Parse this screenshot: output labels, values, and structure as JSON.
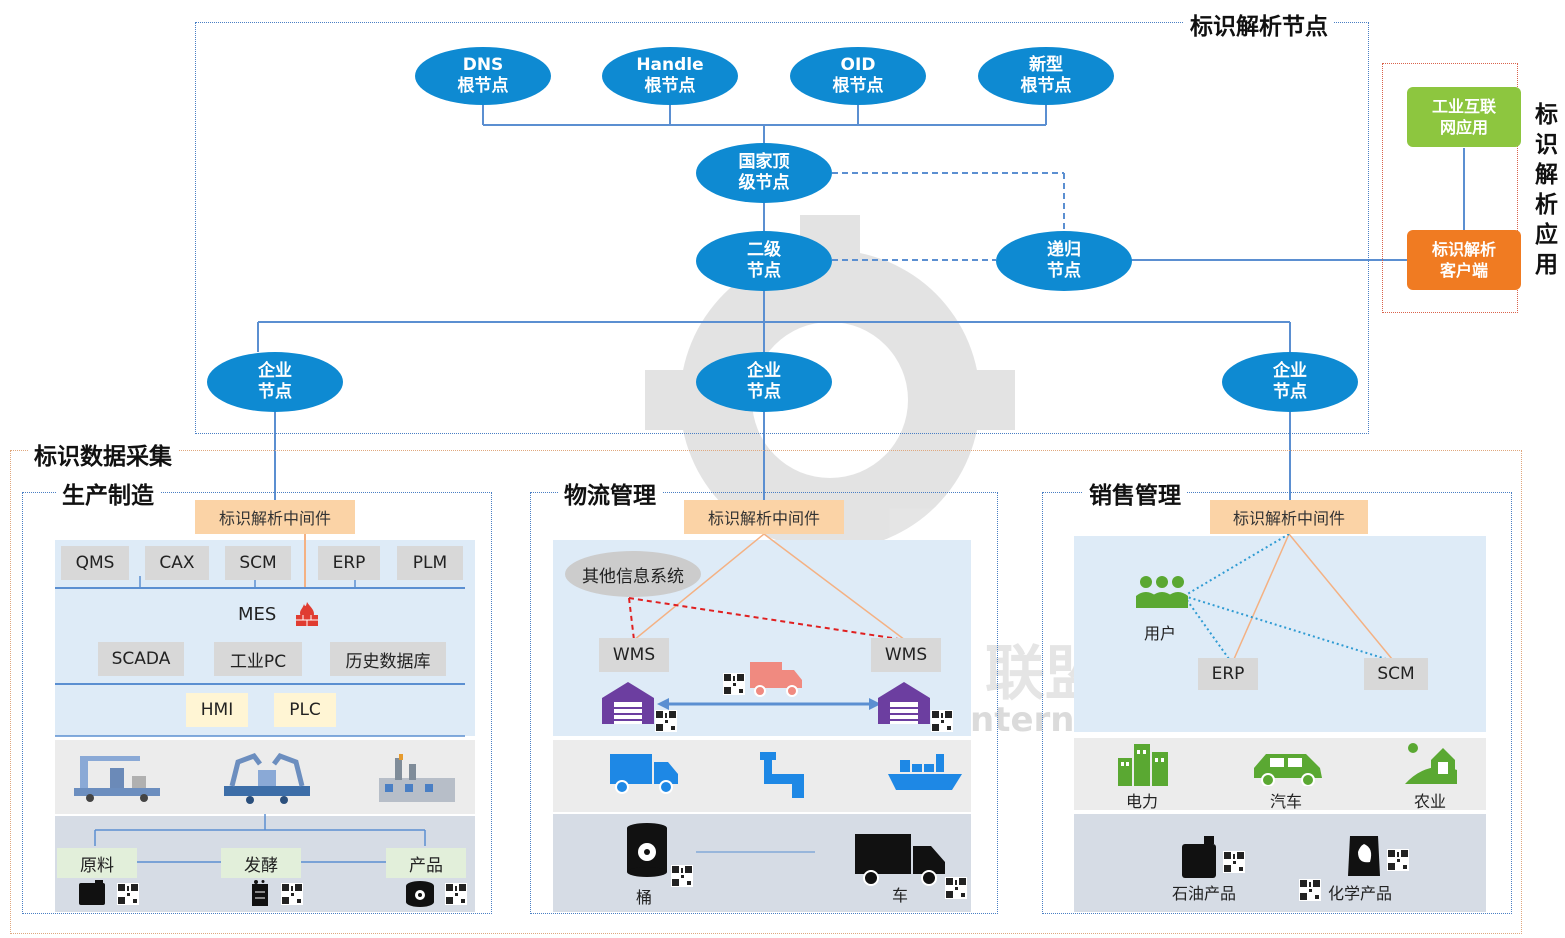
{
  "top_section": {
    "title": "标识解析节点",
    "root_nodes": [
      "DNS\n根节点",
      "Handle\n根节点",
      "OID\n根节点",
      "新型\n根节点"
    ],
    "national_node": "国家顶\n级节点",
    "secondary_node": "二级\n节点",
    "recursive_node": "递归\n节点",
    "enterprise_nodes": [
      "企业\n节点",
      "企业\n节点",
      "企业\n节点"
    ]
  },
  "app_section": {
    "title": "标识解析应用",
    "iiot_app": "工业互联\n网应用",
    "client": "标识解析\n客户端"
  },
  "collection_title": "标识数据采集",
  "watermark": {
    "text1": "联盟",
    "text2": "nternet"
  },
  "production": {
    "title": "生产制造",
    "middleware": "标识解析中间件",
    "systems_row1": [
      "QMS",
      "CAX",
      "SCM",
      "ERP",
      "PLM"
    ],
    "mes": "MES",
    "systems_row2": [
      "SCADA",
      "工业PC",
      "历史数据库"
    ],
    "systems_row3": [
      "HMI",
      "PLC"
    ],
    "materials": [
      "原料",
      "发酵",
      "产品"
    ]
  },
  "logistics": {
    "title": "物流管理",
    "middleware": "标识解析中间件",
    "other_systems": "其他信息系统",
    "wms_left": "WMS",
    "wms_right": "WMS",
    "barrel": "桶",
    "vehicle": "车"
  },
  "sales": {
    "title": "销售管理",
    "middleware": "标识解析中间件",
    "user": "用户",
    "erp": "ERP",
    "scm": "SCM",
    "sectors": [
      "电力",
      "汽车",
      "农业"
    ],
    "products": [
      "石油产品",
      "化学产品"
    ]
  },
  "colors": {
    "node_blue": "#0e8ad2",
    "line_blue": "#5b8fd1",
    "app_green": "#8dc63f",
    "client_orange": "#f07b22",
    "middleware_orange": "#fbd3a6",
    "panel_light_blue": "#deebf7",
    "panel_gray": "#ececec",
    "panel_slate": "#d6dce5"
  }
}
